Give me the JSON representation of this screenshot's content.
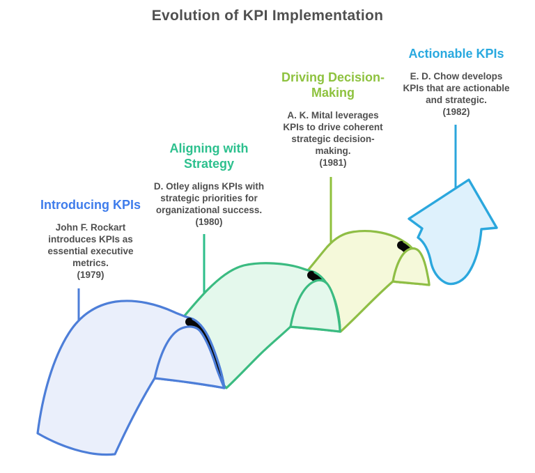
{
  "title": "Evolution of KPI Implementation",
  "colors": {
    "background": "#FFFFFF",
    "title_text": "#4F4F4F",
    "body_text": "#4F4F4F",
    "fold_shadow": "#070707"
  },
  "milestones": [
    {
      "heading": "Introducing KPIs",
      "description": "John F. Rockart introduces KPIs as essential executive metrics.",
      "year": "(1979)",
      "heading_color": "#3E7CEB",
      "line_color": "#4D7ED8",
      "shape_fill": "#EAEFFB",
      "shape_stroke": "#4D7ED8"
    },
    {
      "heading": "Aligning with Strategy",
      "description": "D. Otley aligns KPIs with strategic priorities for organizational success.",
      "year": "(1980)",
      "heading_color": "#2DC08E",
      "line_color": "#2DBE8A",
      "shape_fill": "#E4F8EC",
      "shape_stroke": "#3BBB81"
    },
    {
      "heading": "Driving Decision-Making",
      "description": "A. K. Mital leverages KPIs to drive coherent strategic decision-making.",
      "year": "(1981)",
      "heading_color": "#8EC23F",
      "line_color": "#8FC03C",
      "shape_fill": "#F5F9DA",
      "shape_stroke": "#8FBE45"
    },
    {
      "heading": "Actionable KPIs",
      "description": "E. D. Chow develops KPIs that are actionable and strategic.",
      "year": "(1982)",
      "heading_color": "#29A9DF",
      "line_color": "#2BA6DC",
      "shape_fill": "#DEF1FC",
      "shape_stroke": "#2BA7DD"
    }
  ]
}
